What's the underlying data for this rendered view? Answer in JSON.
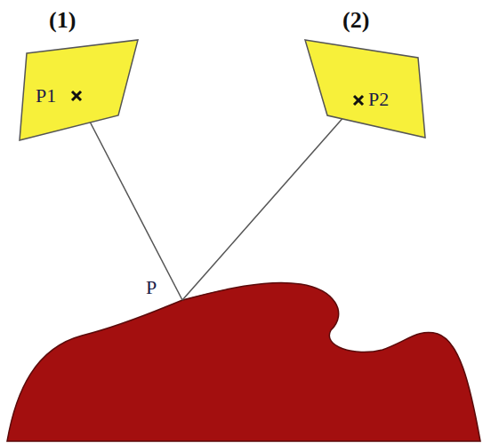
{
  "diagram": {
    "nodes": [
      {
        "text": [
          "(1)",
          "P1"
        ]
      },
      {
        "text": [
          "(2)",
          "P2"
        ]
      }
    ],
    "labels": [
      "P"
    ]
  }
}
